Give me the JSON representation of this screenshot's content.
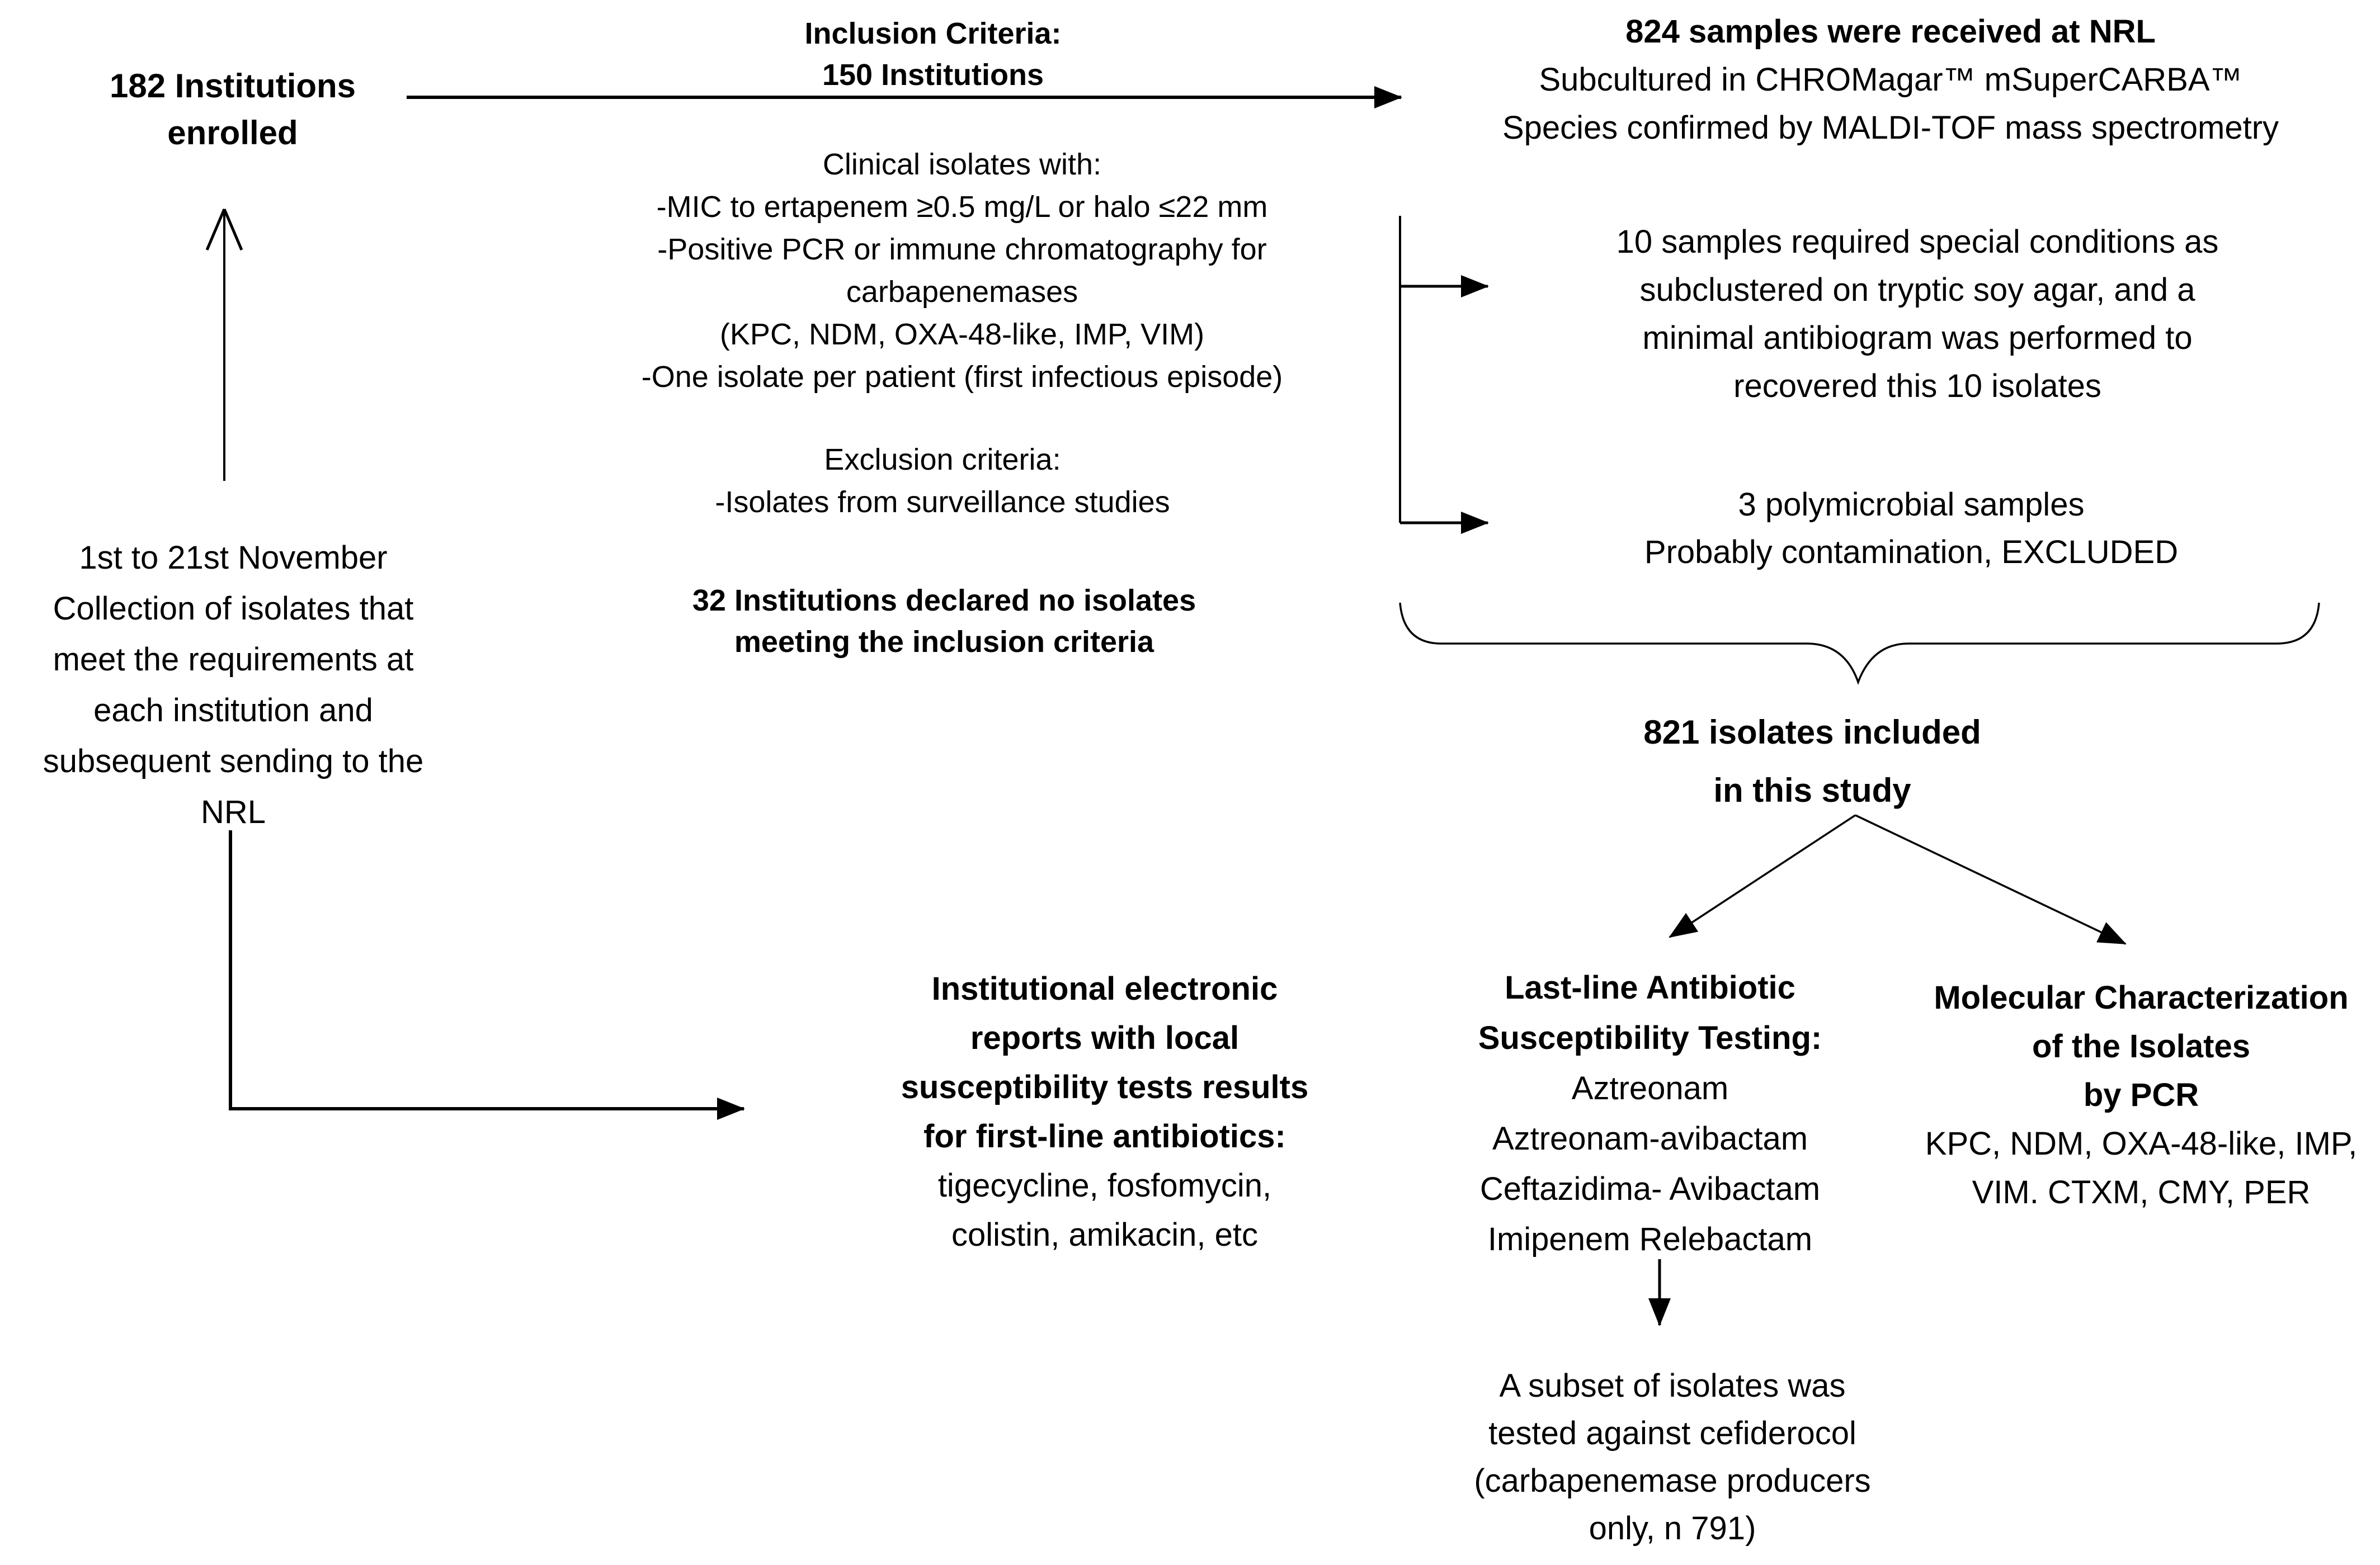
{
  "diagram": {
    "background_color": "#ffffff",
    "text_color": "#000000",
    "line_color": "#000000",
    "nodes": {
      "enrolled": {
        "line1": "182 Institutions",
        "line2": "enrolled"
      },
      "inclusion_header": {
        "line1": "Inclusion Criteria:",
        "line2": "150 Institutions"
      },
      "received": {
        "line1": "824 samples were received at NRL",
        "line2": "Subcultured in CHROMagar™ mSuperCARBA™",
        "line3": "Species confirmed by MALDI-TOF mass spectrometry"
      },
      "criteria": {
        "line1": "Clinical isolates with:",
        "line2": "-MIC to ertapenem ≥0.5 mg/L or halo ≤22 mm",
        "line3": "-Positive PCR or immune chromatography for",
        "line4": "carbapenemases",
        "line5": "(KPC, NDM, OXA-48-like, IMP, VIM)",
        "line6": "-One isolate per patient (first infectious episode)"
      },
      "exclusion": {
        "line1": "Exclusion criteria:",
        "line2": "-Isolates from surveillance studies"
      },
      "no_isolates": {
        "line1": "32 Institutions declared no isolates",
        "line2": "meeting the inclusion criteria"
      },
      "collection": {
        "line1": "1st to 21st November",
        "line2": "Collection of isolates that",
        "line3": "meet the requirements at",
        "line4": "each institution and",
        "line5": "subsequent sending to the",
        "line6": "NRL"
      },
      "special_conditions": {
        "line1": "10 samples required special conditions as",
        "line2": "subclustered on tryptic soy agar, and a",
        "line3": "minimal antibiogram was performed to",
        "line4": "recovered this 10 isolates"
      },
      "polymicrobial": {
        "line1": "3 polymicrobial samples",
        "line2": "Probably contamination, EXCLUDED"
      },
      "included": {
        "line1": "821 isolates included",
        "line2": "in this study"
      },
      "reports": {
        "line1": "Institutional electronic",
        "line2": "reports with local",
        "line3": "susceptibility tests results",
        "line4": "for first-line antibiotics:",
        "line5": "tigecycline, fosfomycin,",
        "line6": "colistin, amikacin, etc"
      },
      "lastline": {
        "line1": "Last-line Antibiotic",
        "line2": "Susceptibility Testing:",
        "line3": "Aztreonam",
        "line4": "Aztreonam-avibactam",
        "line5": "Ceftazidima- Avibactam",
        "line6": "Imipenem Relebactam"
      },
      "molecular": {
        "line1": "Molecular Characterization",
        "line2": "of the Isolates",
        "line3": "by PCR",
        "line4": "KPC, NDM, OXA-48-like, IMP,",
        "line5": "VIM. CTXM, CMY, PER"
      },
      "subset": {
        "line1": "A subset of isolates was",
        "line2": "tested against cefiderocol",
        "line3": "(carbapenemase producers",
        "line4": "only, n 791)"
      }
    }
  }
}
